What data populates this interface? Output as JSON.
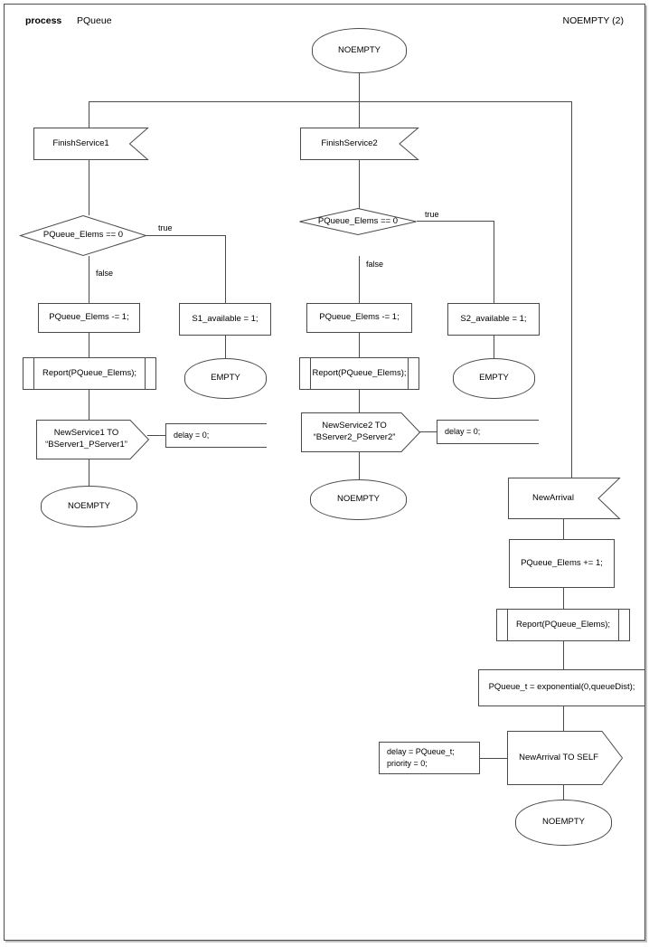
{
  "header": {
    "keyword": "process",
    "process_name": "PQueue",
    "page_ref": "NOEMPTY (2)"
  },
  "nodes": {
    "start_state": {
      "label": "NOEMPTY",
      "type": "state"
    },
    "input_fs1": {
      "label": "FinishService1",
      "type": "input"
    },
    "decision_1": {
      "label": "PQueue_Elems == 0",
      "type": "decision"
    },
    "branch_1_true": "true",
    "branch_1_false": "false",
    "task_dec1": {
      "label": "PQueue_Elems -= 1;",
      "type": "task"
    },
    "proc_report1": {
      "label": "Report(PQueue_Elems);",
      "type": "procedure"
    },
    "output_ns1": {
      "label": "NewService1 TO\n“BServer1_PServer1”",
      "type": "output"
    },
    "comment_ns1": {
      "label": "delay = 0;",
      "type": "comment"
    },
    "state_noempty1": {
      "label": "NOEMPTY",
      "type": "state"
    },
    "task_s1avail": {
      "label": "S1_available = 1;",
      "type": "task"
    },
    "state_empty1": {
      "label": "EMPTY",
      "type": "state"
    },
    "input_fs2": {
      "label": "FinishService2",
      "type": "input"
    },
    "decision_2": {
      "label": "PQueue_Elems == 0",
      "type": "decision"
    },
    "branch_2_true": "true",
    "branch_2_false": "false",
    "task_dec2": {
      "label": "PQueue_Elems -= 1;",
      "type": "task"
    },
    "proc_report2": {
      "label": "Report(PQueue_Elems);",
      "type": "procedure"
    },
    "output_ns2": {
      "label": "NewService2 TO\n“BServer2_PServer2”",
      "type": "output"
    },
    "comment_ns2": {
      "label": "delay = 0;",
      "type": "comment"
    },
    "state_noempty2": {
      "label": "NOEMPTY",
      "type": "state"
    },
    "task_s2avail": {
      "label": "S2_available = 1;",
      "type": "task"
    },
    "state_empty2": {
      "label": "EMPTY",
      "type": "state"
    },
    "input_newarrival": {
      "label": "NewArrival",
      "type": "input"
    },
    "task_inc": {
      "label": "PQueue_Elems += 1;",
      "type": "task"
    },
    "proc_report3": {
      "label": "Report(PQueue_Elems);",
      "type": "procedure"
    },
    "task_exponential": {
      "label": "PQueue_t = exponential(0,queueDist);",
      "type": "task"
    },
    "output_self": {
      "label": "NewArrival TO SELF",
      "type": "output"
    },
    "comment_self": {
      "label": "delay = PQueue_t;\npriority = 0;",
      "type": "comment"
    },
    "state_noempty3": {
      "label": "NOEMPTY",
      "type": "state"
    }
  },
  "colors": {
    "stroke": "#4a4a4a",
    "text": "#000000",
    "background": "#ffffff",
    "frame": "#4d4d4d"
  }
}
